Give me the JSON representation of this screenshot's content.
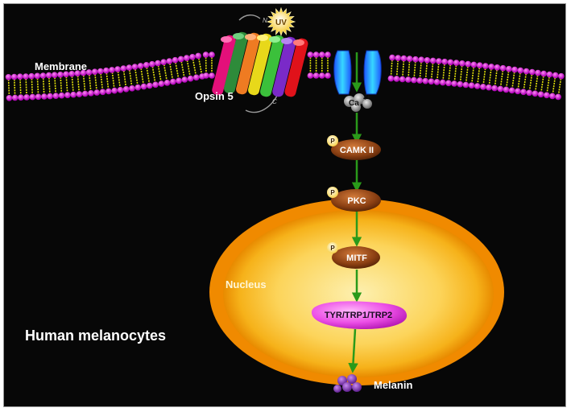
{
  "labels": {
    "membrane": "Membrane",
    "opsin": "Opsin 5",
    "uv": "UV",
    "terminal_n": "N",
    "terminal_c": "C",
    "calcium": "Ca",
    "calcium_charge": "2+",
    "nucleus": "Nucleus",
    "cell_type": "Human melanocytes",
    "melanin": "Melanin",
    "phospho": "P"
  },
  "nodes": {
    "camk": "CAMK II",
    "pkc": "PKC",
    "mitf": "MITF",
    "tyr": "TYR/TRP1/TRP2"
  },
  "colors": {
    "background": "#070707",
    "lipid_head": "#d11ad8",
    "lipid_tail": "#e8e60a",
    "nucleus_outer": "#f29a06",
    "nucleus_inner": "#fbd86a",
    "arrow": "#2a9a1a",
    "kinase": "#7a3a12",
    "tyr_fill": "#e83de0",
    "melanin": "#7a2fa8",
    "channel": "#2a7fff"
  }
}
